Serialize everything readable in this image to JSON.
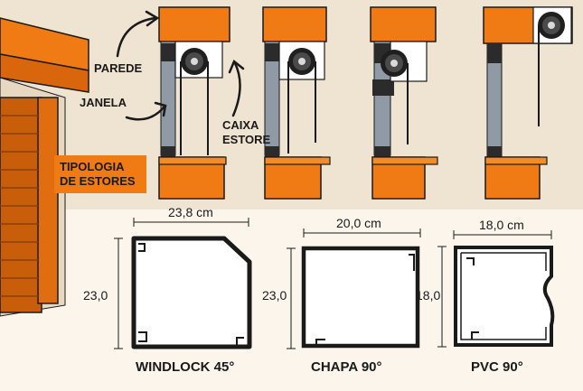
{
  "labels": {
    "parede": "PAREDE",
    "janela": "JANELA",
    "caixa_line1": "CAIXA",
    "caixa_line2": "ESTORE",
    "tipologia_line1": "TIPOLOGIA",
    "tipologia_line2": "DE ESTORES"
  },
  "profiles": [
    {
      "name": "WINDLOCK 45°",
      "width_label": "23,8 cm",
      "height_label": "23,0"
    },
    {
      "name": "CHAPA 90°",
      "width_label": "20,0 cm",
      "height_label": "23,0"
    },
    {
      "name": "PVC 90°",
      "width_label": "18,0 cm",
      "height_label": "18,0"
    }
  ],
  "colors": {
    "orange": "#f07a14",
    "orange_dark": "#c85e0a",
    "wall": "#efe4d2",
    "floor": "#fbf5ec",
    "window_frame": "#8f9aa6",
    "ink": "#1a1a1a"
  }
}
